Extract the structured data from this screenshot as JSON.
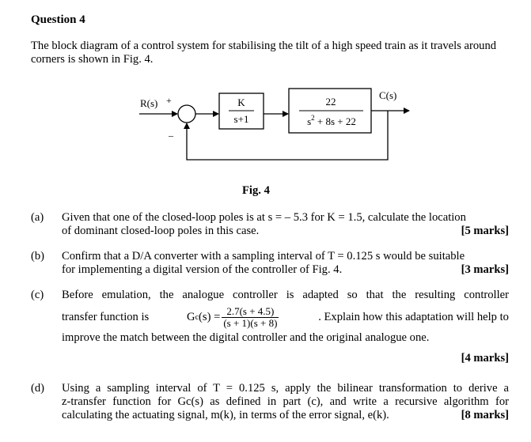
{
  "question": {
    "title": "Question 4",
    "intro": "The block diagram of a control system for stabilising the tilt of a high speed train as it travels around corners is shown in Fig. 4."
  },
  "diagram": {
    "input_label": "R(s)",
    "plus_sign": "+",
    "minus_sign": "–",
    "controller_num": "K",
    "controller_den": "s+1",
    "plant_num": "22",
    "plant_den_a": "s",
    "plant_den_exp": "2",
    "plant_den_b": " + 8s + 22",
    "output_label": "C(s)",
    "caption": "Fig. 4"
  },
  "parts": {
    "a": {
      "label": "(a)",
      "line1": "Given that one of the closed-loop poles is at s = – 5.3 for K = 1.5, calculate the location",
      "line2": "of dominant closed-loop poles in this case.",
      "marks": "[5 marks]"
    },
    "b": {
      "label": "(b)",
      "line1": "Confirm that a D/A converter with a sampling interval of T = 0.125 s would be suitable",
      "line2": "for implementing a digital version of the controller of Fig. 4.",
      "marks": "[3 marks]"
    },
    "c": {
      "label": "(c)",
      "line1": "Before emulation, the analogue controller is adapted so that the resulting controller",
      "line2_pre": "transfer function is",
      "gc_label": "G",
      "gc_sub": "c",
      "gc_arg": "(s) =",
      "frac_num": "2.7(s + 4.5)",
      "frac_den": "(s + 1)(s + 8)",
      "line2_post": ". Explain how this adaptation will help to",
      "line3": "improve the match between the digital controller and the original analogue one.",
      "marks": "[4 marks]"
    },
    "d": {
      "label": "(d)",
      "line1": "Using a sampling interval of T = 0.125 s, apply the bilinear transformation to derive a",
      "line2": "z-transfer function for Gc(s) as defined in part (c), and write a recursive algorithm for",
      "line3": "calculating the actuating signal, m(k), in terms of the error signal, e(k).",
      "marks": "[8 marks]"
    }
  }
}
